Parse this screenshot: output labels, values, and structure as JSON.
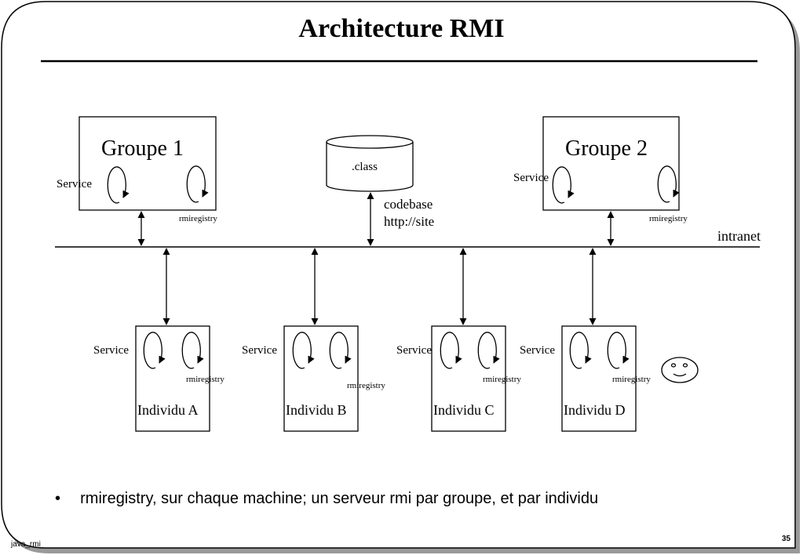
{
  "slide": {
    "title": "Architecture RMI",
    "bullet_marker": "•",
    "bullet": "rmiregistry, sur chaque machine; un serveur rmi par groupe, et par individu",
    "footer_left": "java_rmi",
    "page_number": "35"
  },
  "diagram": {
    "network_label": "intranet",
    "repository": {
      "label": ".class",
      "codebase_line1": "codebase",
      "codebase_line2": "http://site"
    },
    "groups": [
      {
        "name": "Groupe 1",
        "service": "Service",
        "registry": "rmiregistry"
      },
      {
        "name": "Groupe 2",
        "service": "Service",
        "registry": "rmiregistry"
      }
    ],
    "individuals": [
      {
        "name": "Individu A",
        "service": "Service",
        "registry": "rmiregistry"
      },
      {
        "name": "Individu B",
        "service": "Service",
        "registry": "rmiregistry"
      },
      {
        "name": "Individu C",
        "service": "Service",
        "registry": "rmiregistry"
      },
      {
        "name": "Individu D",
        "service": "Service",
        "registry": "rmiregistry"
      }
    ],
    "user_icon": "smiley-face-icon"
  }
}
